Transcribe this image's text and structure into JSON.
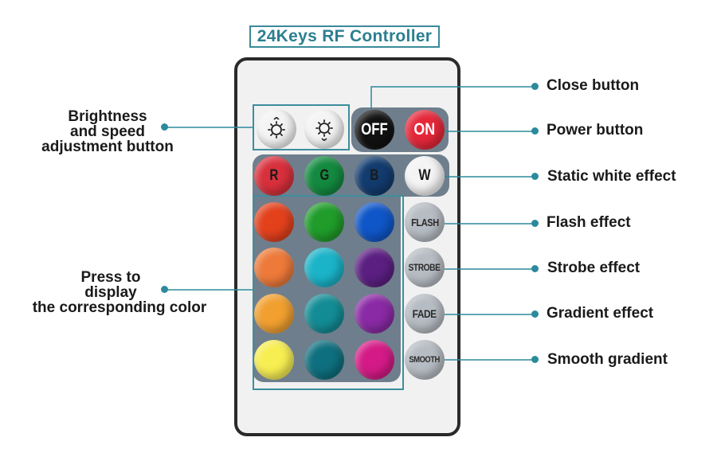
{
  "title": "24Keys RF Controller",
  "buttons": {
    "brightness_up": {
      "icon": "brightness-up-icon"
    },
    "brightness_down": {
      "icon": "brightness-down-icon"
    },
    "off": {
      "label": "OFF"
    },
    "on": {
      "label": "ON"
    },
    "r": {
      "label": "R"
    },
    "g": {
      "label": "G"
    },
    "b": {
      "label": "B"
    },
    "w": {
      "label": "W"
    },
    "flash": {
      "label": "FLASH"
    },
    "strobe": {
      "label": "STROBE"
    },
    "fade": {
      "label": "FADE"
    },
    "smooth": {
      "label": "SMOOTH"
    }
  },
  "colors": {
    "accent": "#2b8a9c",
    "red_btn": "#d8303c",
    "green_btn": "#138a3f",
    "blue_btn": "#123b6e",
    "off_btn": "#111111",
    "on_btn": "#e5273a",
    "color_grid": [
      "#e3411c",
      "#1f9c2a",
      "#0f56c8",
      "#ee7a3a",
      "#1ab3c8",
      "#5b1f82",
      "#f1a030",
      "#138c95",
      "#8a2aa5",
      "#f7ee52",
      "#0e6f7e",
      "#d41a86"
    ]
  },
  "labels": {
    "brightness": [
      "Brightness",
      "and speed",
      "adjustment button"
    ],
    "press": [
      "Press to",
      "display",
      "the corresponding color"
    ],
    "close": "Close button",
    "power": "Power button",
    "static_white": "Static white effect",
    "flash": "Flash effect",
    "strobe": "Strobe effect",
    "gradient": "Gradient effect",
    "smooth": "Smooth gradient"
  }
}
